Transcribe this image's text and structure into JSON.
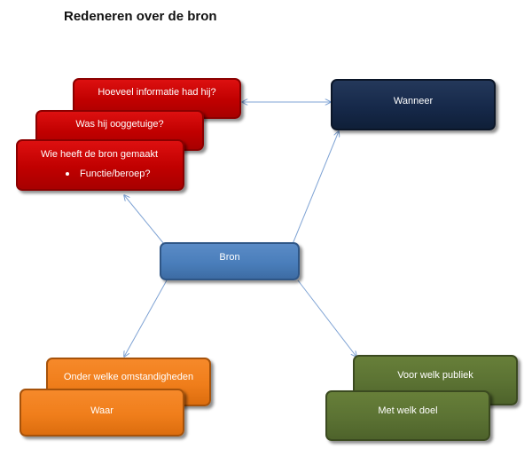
{
  "title": "Redeneren over de bron",
  "nodes": {
    "hoeveel": "Hoeveel informatie had hij?",
    "ooggetuige": "Was hij ooggetuige?",
    "wie": "Wie heeft de bron gemaakt",
    "functie": "Functie/beroep?",
    "wanneer": "Wanneer",
    "bron": "Bron",
    "omstandigheden": "Onder welke omstandigheden",
    "waar": "Waar",
    "publiek": "Voor welk publiek",
    "doel": "Met welk doel"
  },
  "colors": {
    "red": "#c00000",
    "dark_navy": "#16294a",
    "blue": "#4a7ebb",
    "orange": "#f07e1b",
    "olive_green": "#5b7233",
    "connector": "#7fa3d4"
  }
}
